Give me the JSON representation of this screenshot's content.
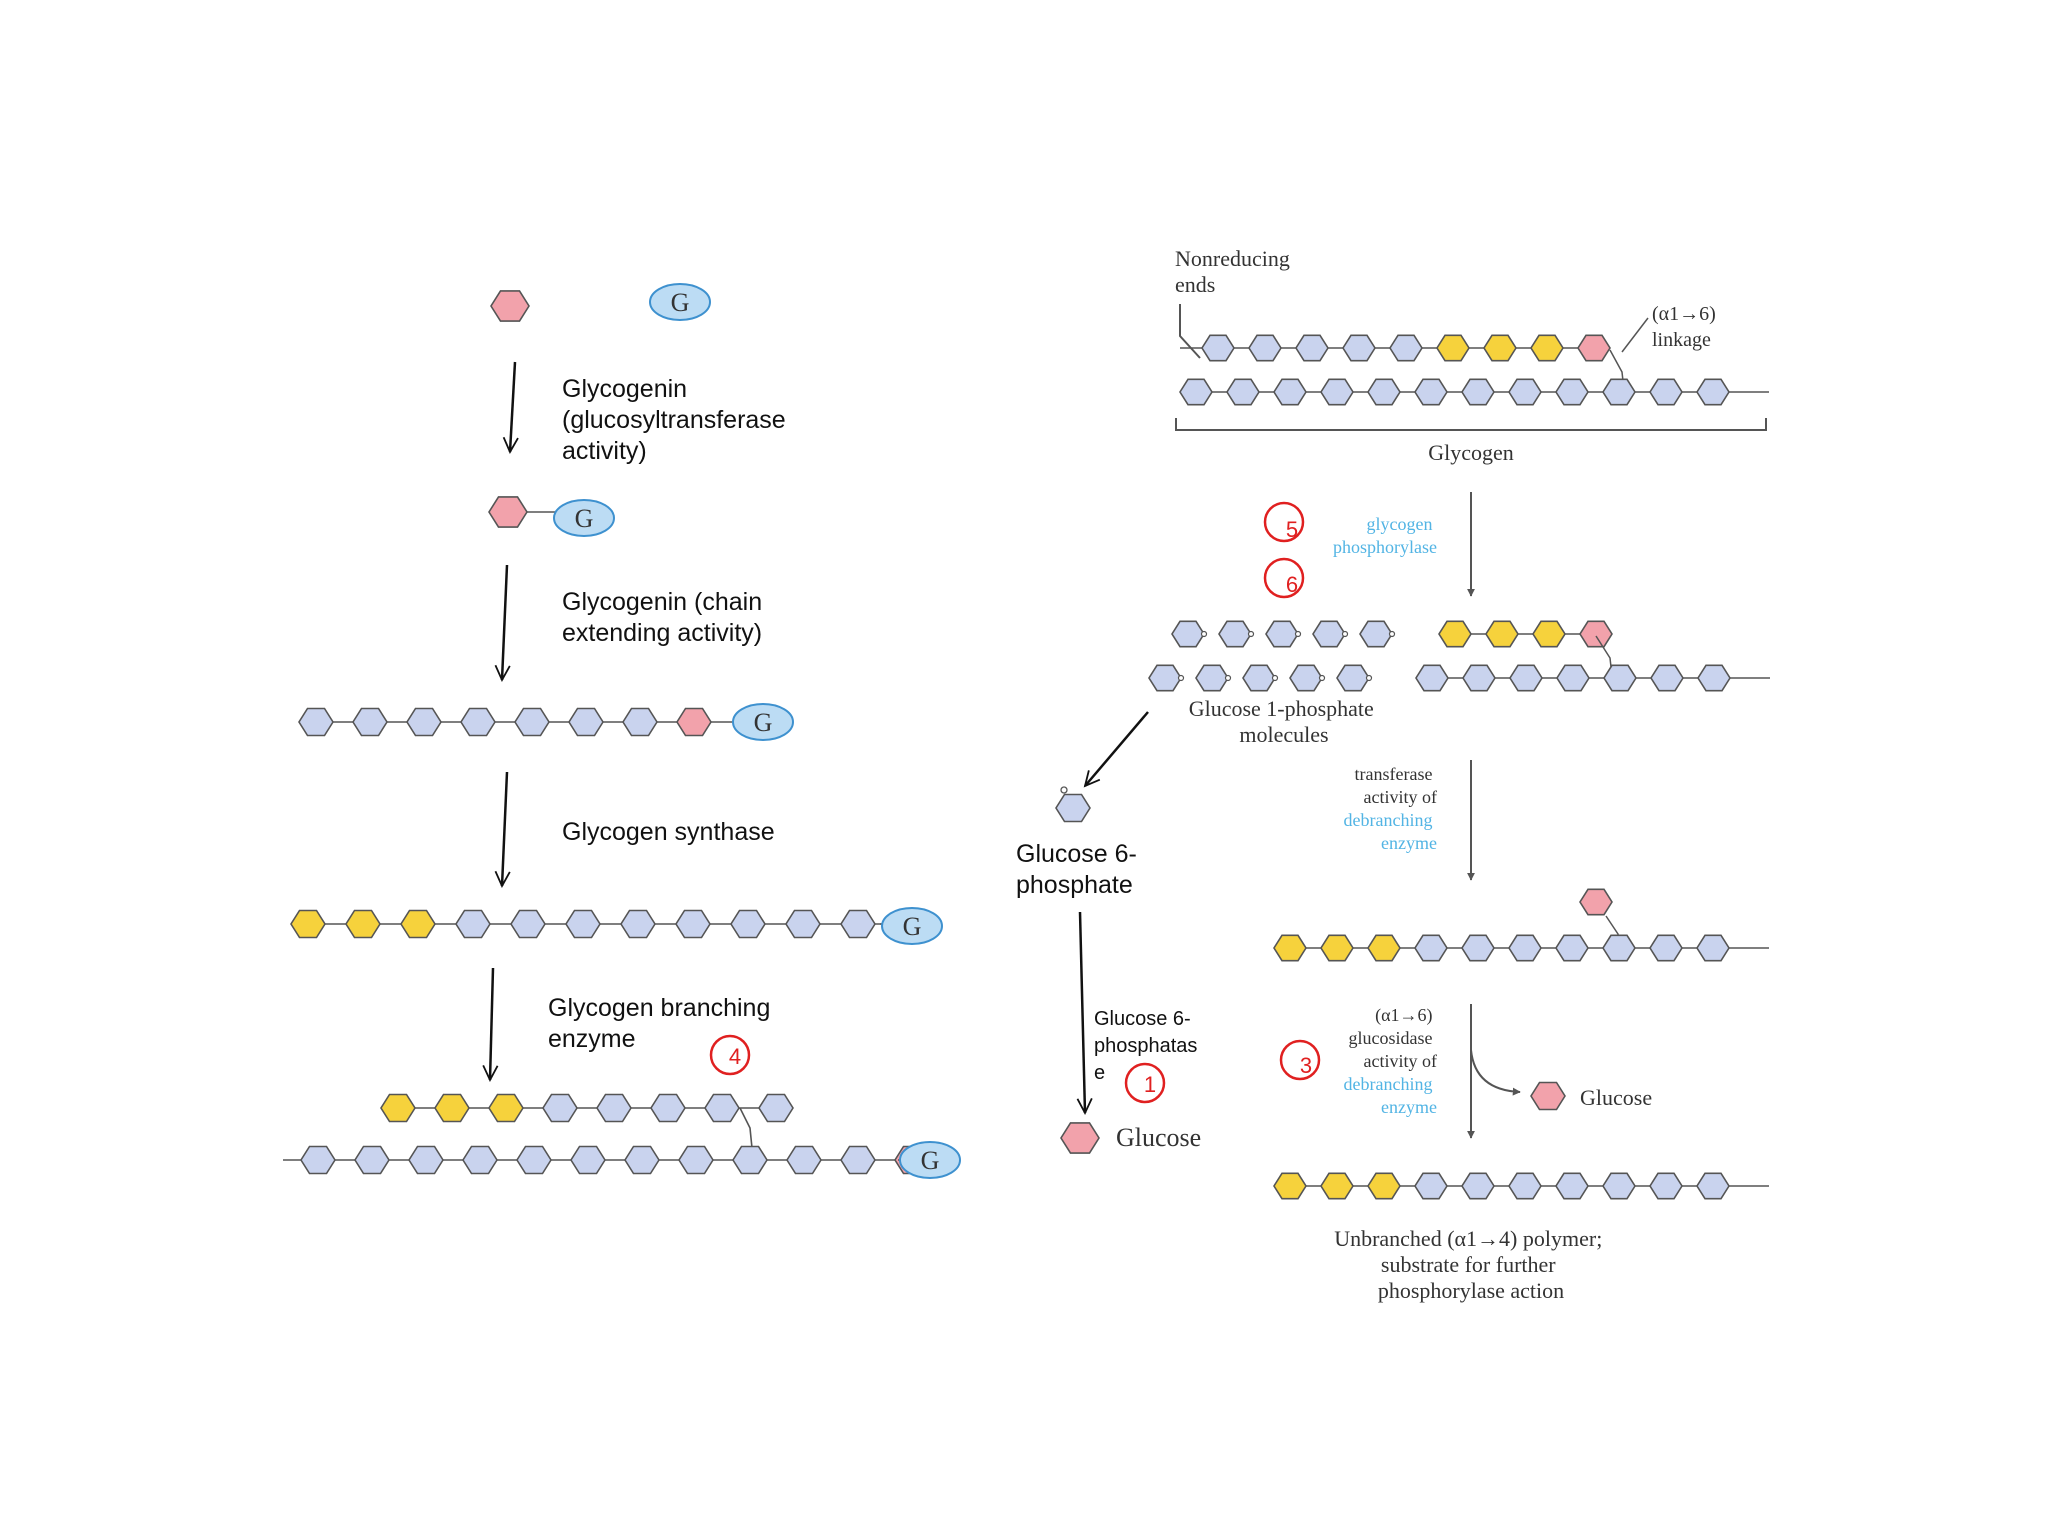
{
  "colors": {
    "blue_unit": "#c9d3ee",
    "yellow_unit": "#f6d23c",
    "pink_unit": "#f2a2ab",
    "glycogenin": "#bcdcf4",
    "glycogenin_border": "#3e91cf",
    "stroke": "#555555",
    "marker": "#e02020",
    "enzyme_blue": "#52b4e4"
  },
  "synthesis": {
    "step1": {
      "label_lines": [
        "Glycogenin",
        "(glucosyltransferase",
        "activity)"
      ]
    },
    "step2": {
      "label_lines": [
        "Glycogenin (chain",
        "extending activity)"
      ]
    },
    "step3": {
      "label_lines": [
        "Glycogen synthase"
      ]
    },
    "step4": {
      "label_lines": [
        "Glycogen branching",
        "enzyme"
      ],
      "marker": "4"
    },
    "glycogenin_letter": "G"
  },
  "degradation": {
    "nonreducing_lines": [
      "Nonreducing",
      "ends"
    ],
    "linkage_lines": [
      "(α1→6)",
      "linkage"
    ],
    "glycogen_label": "Glycogen",
    "phosphorylase_lines": [
      "glycogen",
      "phosphorylase"
    ],
    "marker5": "5",
    "marker6": "6",
    "g1p_lines": [
      "Glucose 1-phosphate",
      "molecules"
    ],
    "transferase_lines": [
      "transferase",
      "activity of"
    ],
    "transferase_enzyme_lines": [
      "debranching",
      "enzyme"
    ],
    "glucosidase_lines": [
      "(α1→6)",
      "glucosidase",
      "activity of"
    ],
    "glucosidase_enzyme_lines": [
      "debranching",
      "enzyme"
    ],
    "marker3": "3",
    "glucose_label": "Glucose",
    "unbranched_lines": [
      "Unbranched (α1→4) polymer;",
      "substrate for further",
      "phosphorylase action"
    ]
  },
  "middle": {
    "g6p_lines": [
      "Glucose 6-",
      "phosphate"
    ],
    "phosphatase_lines": [
      "Glucose 6-",
      "phosphatas",
      "e"
    ],
    "marker1": "1",
    "glucose_label": "Glucose"
  }
}
